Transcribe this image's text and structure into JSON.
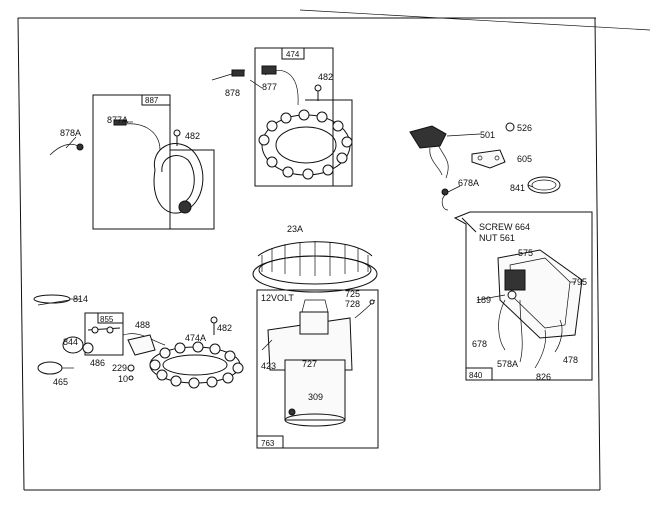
{
  "diagram": {
    "labels": {
      "p878a_left": "878A",
      "p887": "887",
      "p877a": "877A",
      "p482_a": "482",
      "p474": "474",
      "p877": "877",
      "p878": "878",
      "p482_b": "482",
      "p501": "501",
      "p526": "526",
      "p605": "605",
      "p678a": "678A",
      "p841": "841",
      "p23a": "23A",
      "p12volt": "12VOLT",
      "p725": "725",
      "p728": "728",
      "p727": "727",
      "p423": "423",
      "p309": "309",
      "p763": "763",
      "p814": "814",
      "p855": "855",
      "p488": "488",
      "p482_c": "482",
      "p474a": "474A",
      "p844": "844",
      "p486": "486",
      "p465": "465",
      "p229": "229",
      "p10": "10",
      "screw": "SCREW 664",
      "nut": "NUT 561",
      "p575": "575",
      "p189": "189",
      "p795": "795",
      "p678": "678",
      "p578a": "578A",
      "p826": "826",
      "p478": "478",
      "p840": "840"
    }
  }
}
